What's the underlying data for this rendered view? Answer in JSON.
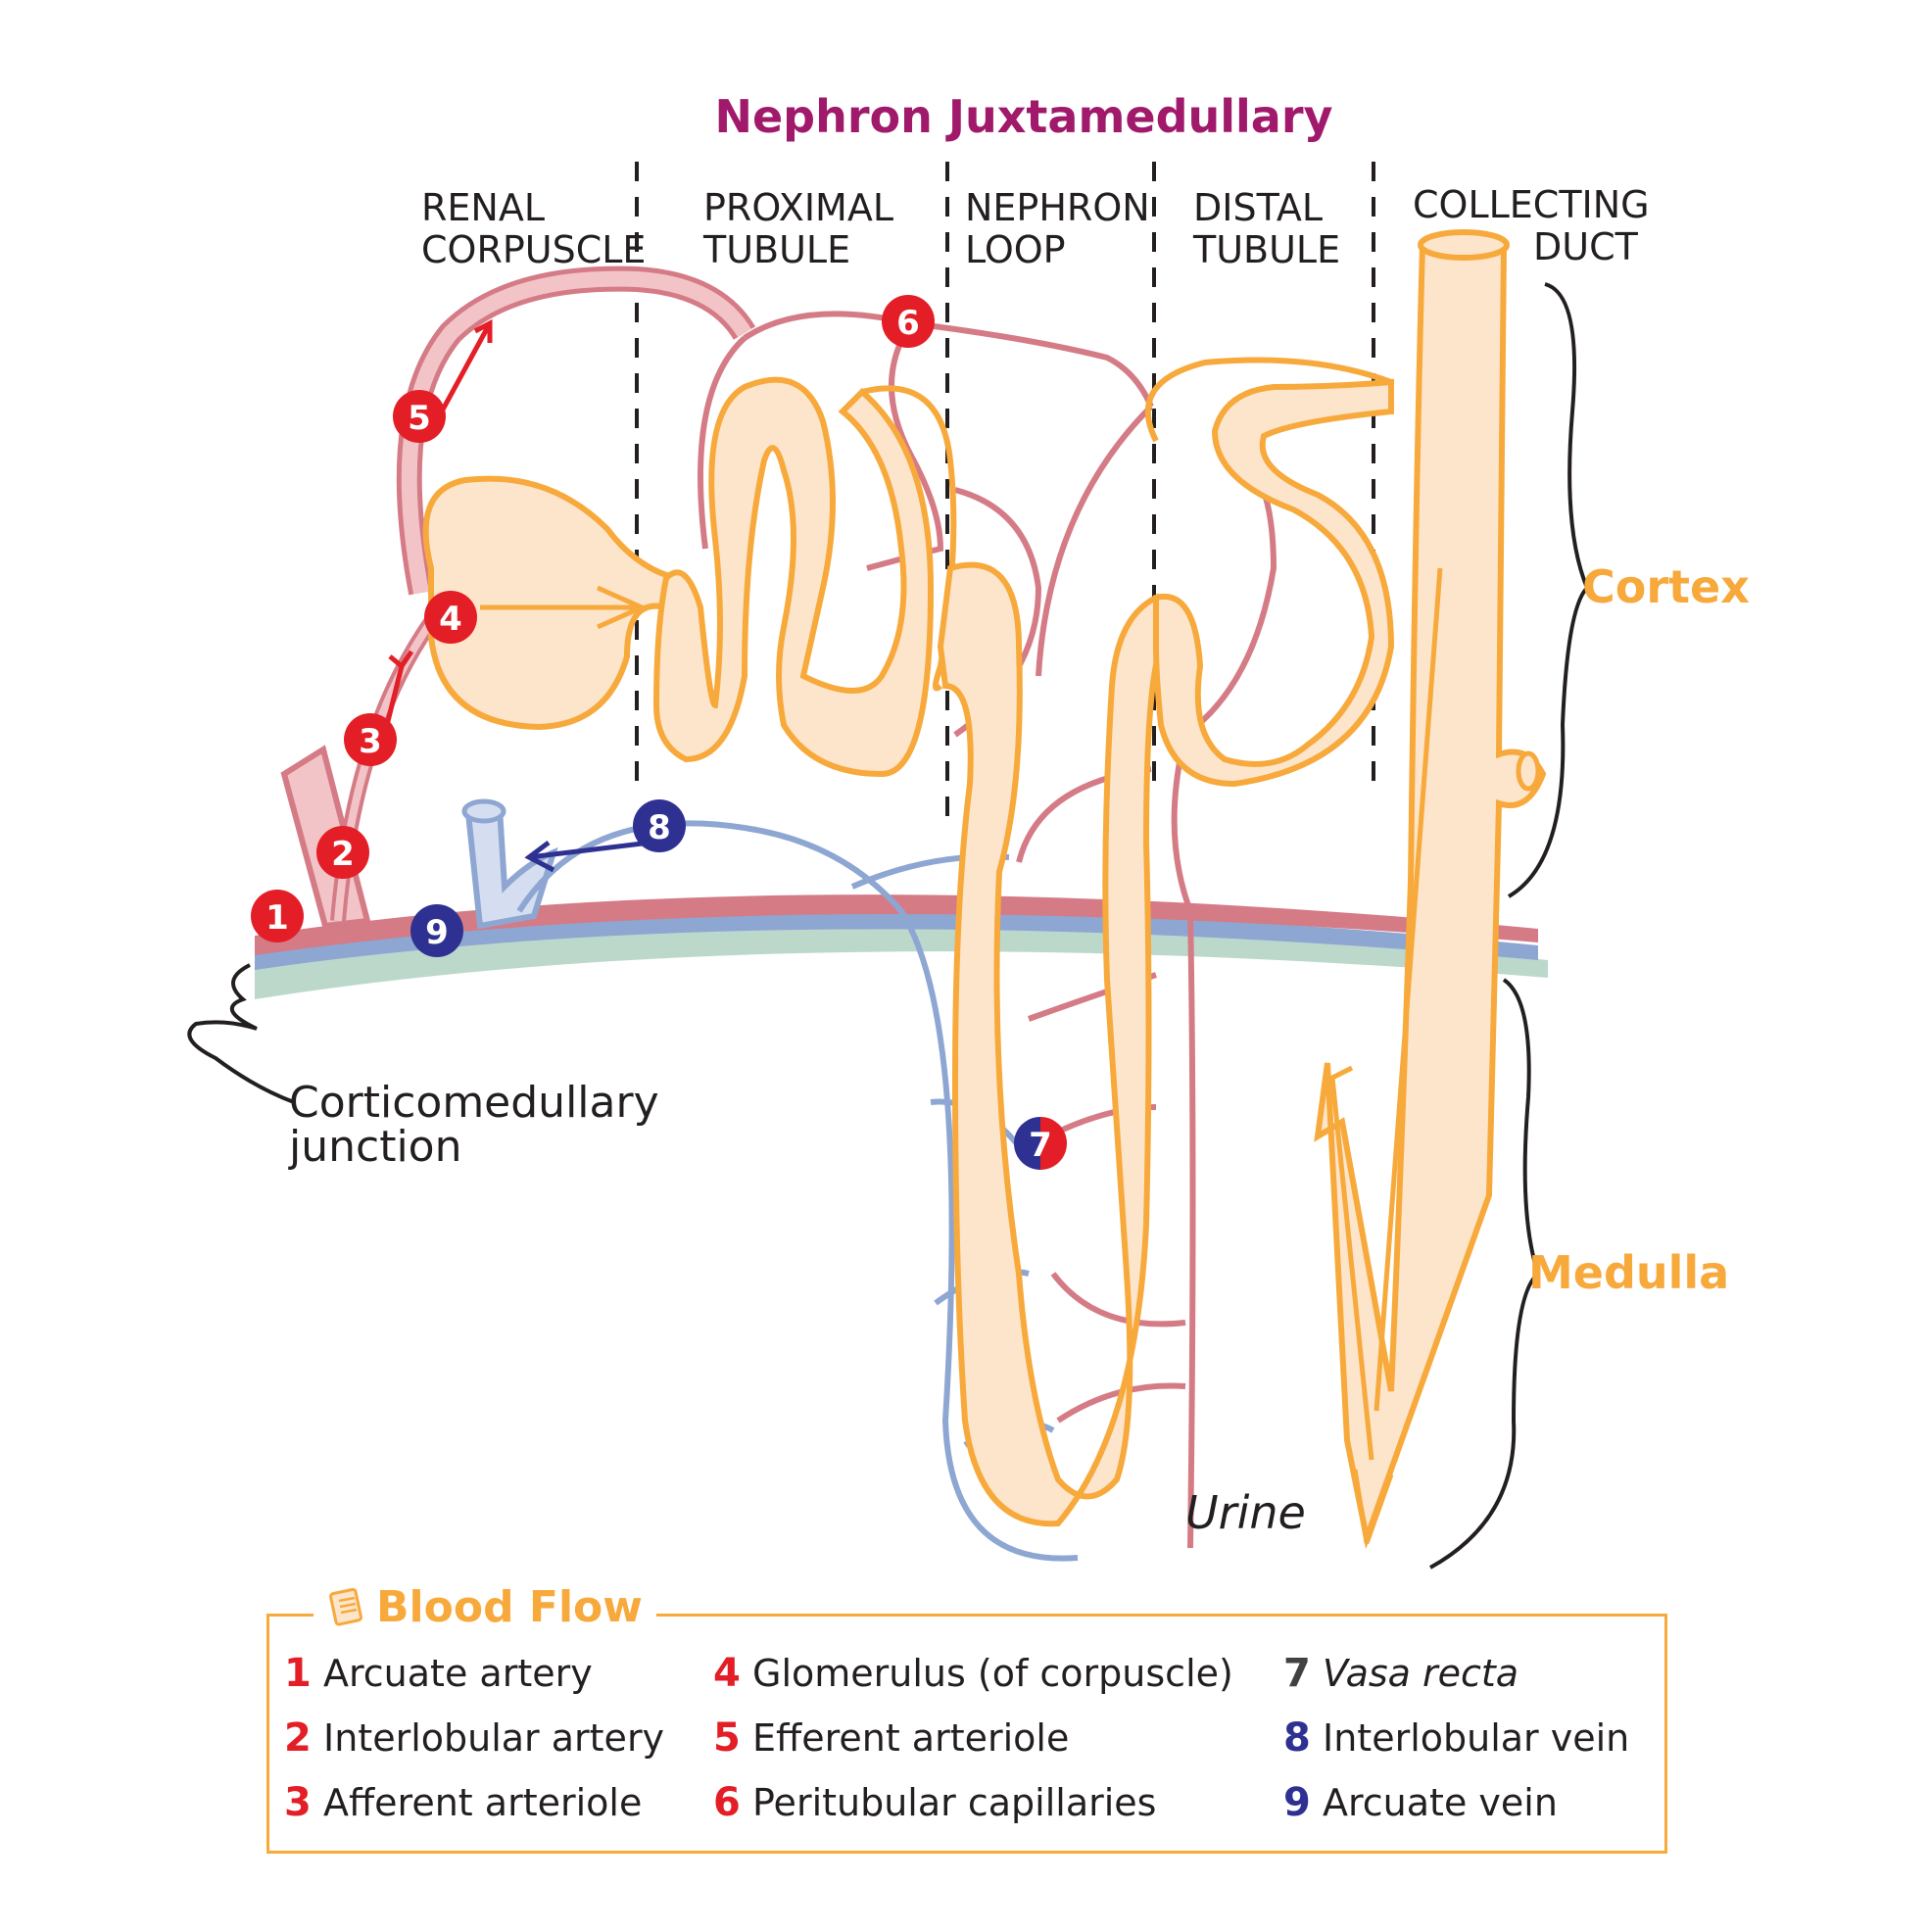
{
  "title": "Nephron Juxtamedullary",
  "regions": {
    "renal_corpuscle": [
      "RENAL",
      "CORPUSCLE"
    ],
    "proximal_tubule": [
      "PROXIMAL",
      "TUBULE"
    ],
    "nephron_loop": [
      "NEPHRON",
      "LOOP"
    ],
    "distal_tubule": [
      "DISTAL",
      "TUBULE"
    ],
    "collecting_duct": [
      "COLLECTING",
      "DUCT"
    ]
  },
  "zones": {
    "cortex": "Cortex",
    "medulla": "Medulla"
  },
  "junction_label": [
    "Corticomedullary",
    "junction"
  ],
  "urine_label": "Urine",
  "markers": [
    "1",
    "2",
    "3",
    "4",
    "5",
    "6",
    "7",
    "8",
    "9"
  ],
  "legend": {
    "title": "Blood Flow",
    "items": [
      {
        "num": "1",
        "label": "Arcuate artery",
        "color": "#e31e26"
      },
      {
        "num": "2",
        "label": "Interlobular artery",
        "color": "#e31e26"
      },
      {
        "num": "3",
        "label": "Afferent arteriole",
        "color": "#e31e26"
      },
      {
        "num": "4",
        "label": "Glomerulus (of corpuscle)",
        "color": "#e31e26"
      },
      {
        "num": "5",
        "label": "Efferent arteriole",
        "color": "#e31e26"
      },
      {
        "num": "6",
        "label": "Peritubular capillaries",
        "color": "#e31e26"
      },
      {
        "num": "7",
        "label": "Vasa recta",
        "color": "#414042"
      },
      {
        "num": "8",
        "label": "Interlobular vein",
        "color": "#2e3192"
      },
      {
        "num": "9",
        "label": "Arcuate vein",
        "color": "#2e3192"
      }
    ]
  },
  "colors": {
    "title": "#a0196b",
    "artery": "#e31e26",
    "vein": "#2e3192",
    "tubule": "#f7a93b",
    "tubule_fill": "#fde5cc",
    "vessel_red": "#d47b86",
    "vessel_blue": "#8ea6d2",
    "band_green": "#bcd8cb"
  }
}
